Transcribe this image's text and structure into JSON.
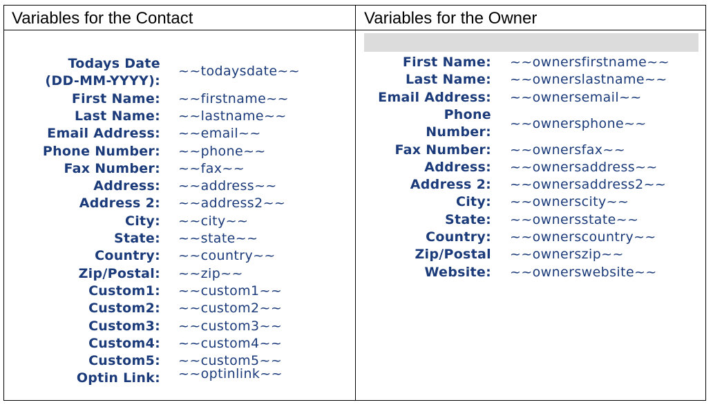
{
  "contact": {
    "title": "Variables for the Contact",
    "rows": [
      {
        "label_lines": [
          "Todays Date",
          "(DD-MM-YYYY):"
        ],
        "value": "~~todaysdate~~"
      },
      {
        "label_lines": [
          "First Name:"
        ],
        "value": "~~firstname~~"
      },
      {
        "label_lines": [
          "Last Name:"
        ],
        "value": "~~lastname~~"
      },
      {
        "label_lines": [
          "Email Address:"
        ],
        "value": "~~email~~"
      },
      {
        "label_lines": [
          "Phone Number:"
        ],
        "value": "~~phone~~"
      },
      {
        "label_lines": [
          "Fax Number:"
        ],
        "value": "~~fax~~"
      },
      {
        "label_lines": [
          "Address:"
        ],
        "value": "~~address~~"
      },
      {
        "label_lines": [
          "Address 2:"
        ],
        "value": "~~address2~~"
      },
      {
        "label_lines": [
          "City:"
        ],
        "value": "~~city~~"
      },
      {
        "label_lines": [
          "State:"
        ],
        "value": "~~state~~"
      },
      {
        "label_lines": [
          "Country:"
        ],
        "value": "~~country~~"
      },
      {
        "label_lines": [
          "Zip/Postal:"
        ],
        "value": "~~zip~~"
      },
      {
        "label_lines": [
          "Custom1:"
        ],
        "value": "~~custom1~~"
      },
      {
        "label_lines": [
          "Custom2:"
        ],
        "value": "~~custom2~~"
      },
      {
        "label_lines": [
          "Custom3:"
        ],
        "value": "~~custom3~~"
      },
      {
        "label_lines": [
          "Custom4:"
        ],
        "value": "~~custom4~~"
      },
      {
        "label_lines": [
          "Custom5:"
        ],
        "value": "~~custom5~~"
      },
      {
        "label_lines": [
          "Optin Link:"
        ],
        "value": "~~optinlink~~"
      }
    ]
  },
  "owner": {
    "title": "Variables for the Owner",
    "rows": [
      {
        "label_lines": [
          "First Name:"
        ],
        "value": "~~ownersfirstname~~"
      },
      {
        "label_lines": [
          "Last Name:"
        ],
        "value": "~~ownerslastname~~"
      },
      {
        "label_lines": [
          "Email Address:"
        ],
        "value": "~~ownersemail~~"
      },
      {
        "label_lines": [
          "Phone",
          "Number:"
        ],
        "value": "~~ownersphone~~"
      },
      {
        "label_lines": [
          "Fax Number:"
        ],
        "value": "~~ownersfax~~"
      },
      {
        "label_lines": [
          "Address:"
        ],
        "value": "~~ownersaddress~~"
      },
      {
        "label_lines": [
          "Address 2:"
        ],
        "value": "~~ownersaddress2~~"
      },
      {
        "label_lines": [
          "City:"
        ],
        "value": "~~ownerscity~~"
      },
      {
        "label_lines": [
          "State:"
        ],
        "value": "~~ownersstate~~"
      },
      {
        "label_lines": [
          "Country:"
        ],
        "value": "~~ownerscountry~~"
      },
      {
        "label_lines": [
          "Zip/Postal"
        ],
        "value": "~~ownerszip~~"
      },
      {
        "label_lines": [
          "Website:"
        ],
        "value": "~~ownerswebsite~~"
      }
    ]
  }
}
